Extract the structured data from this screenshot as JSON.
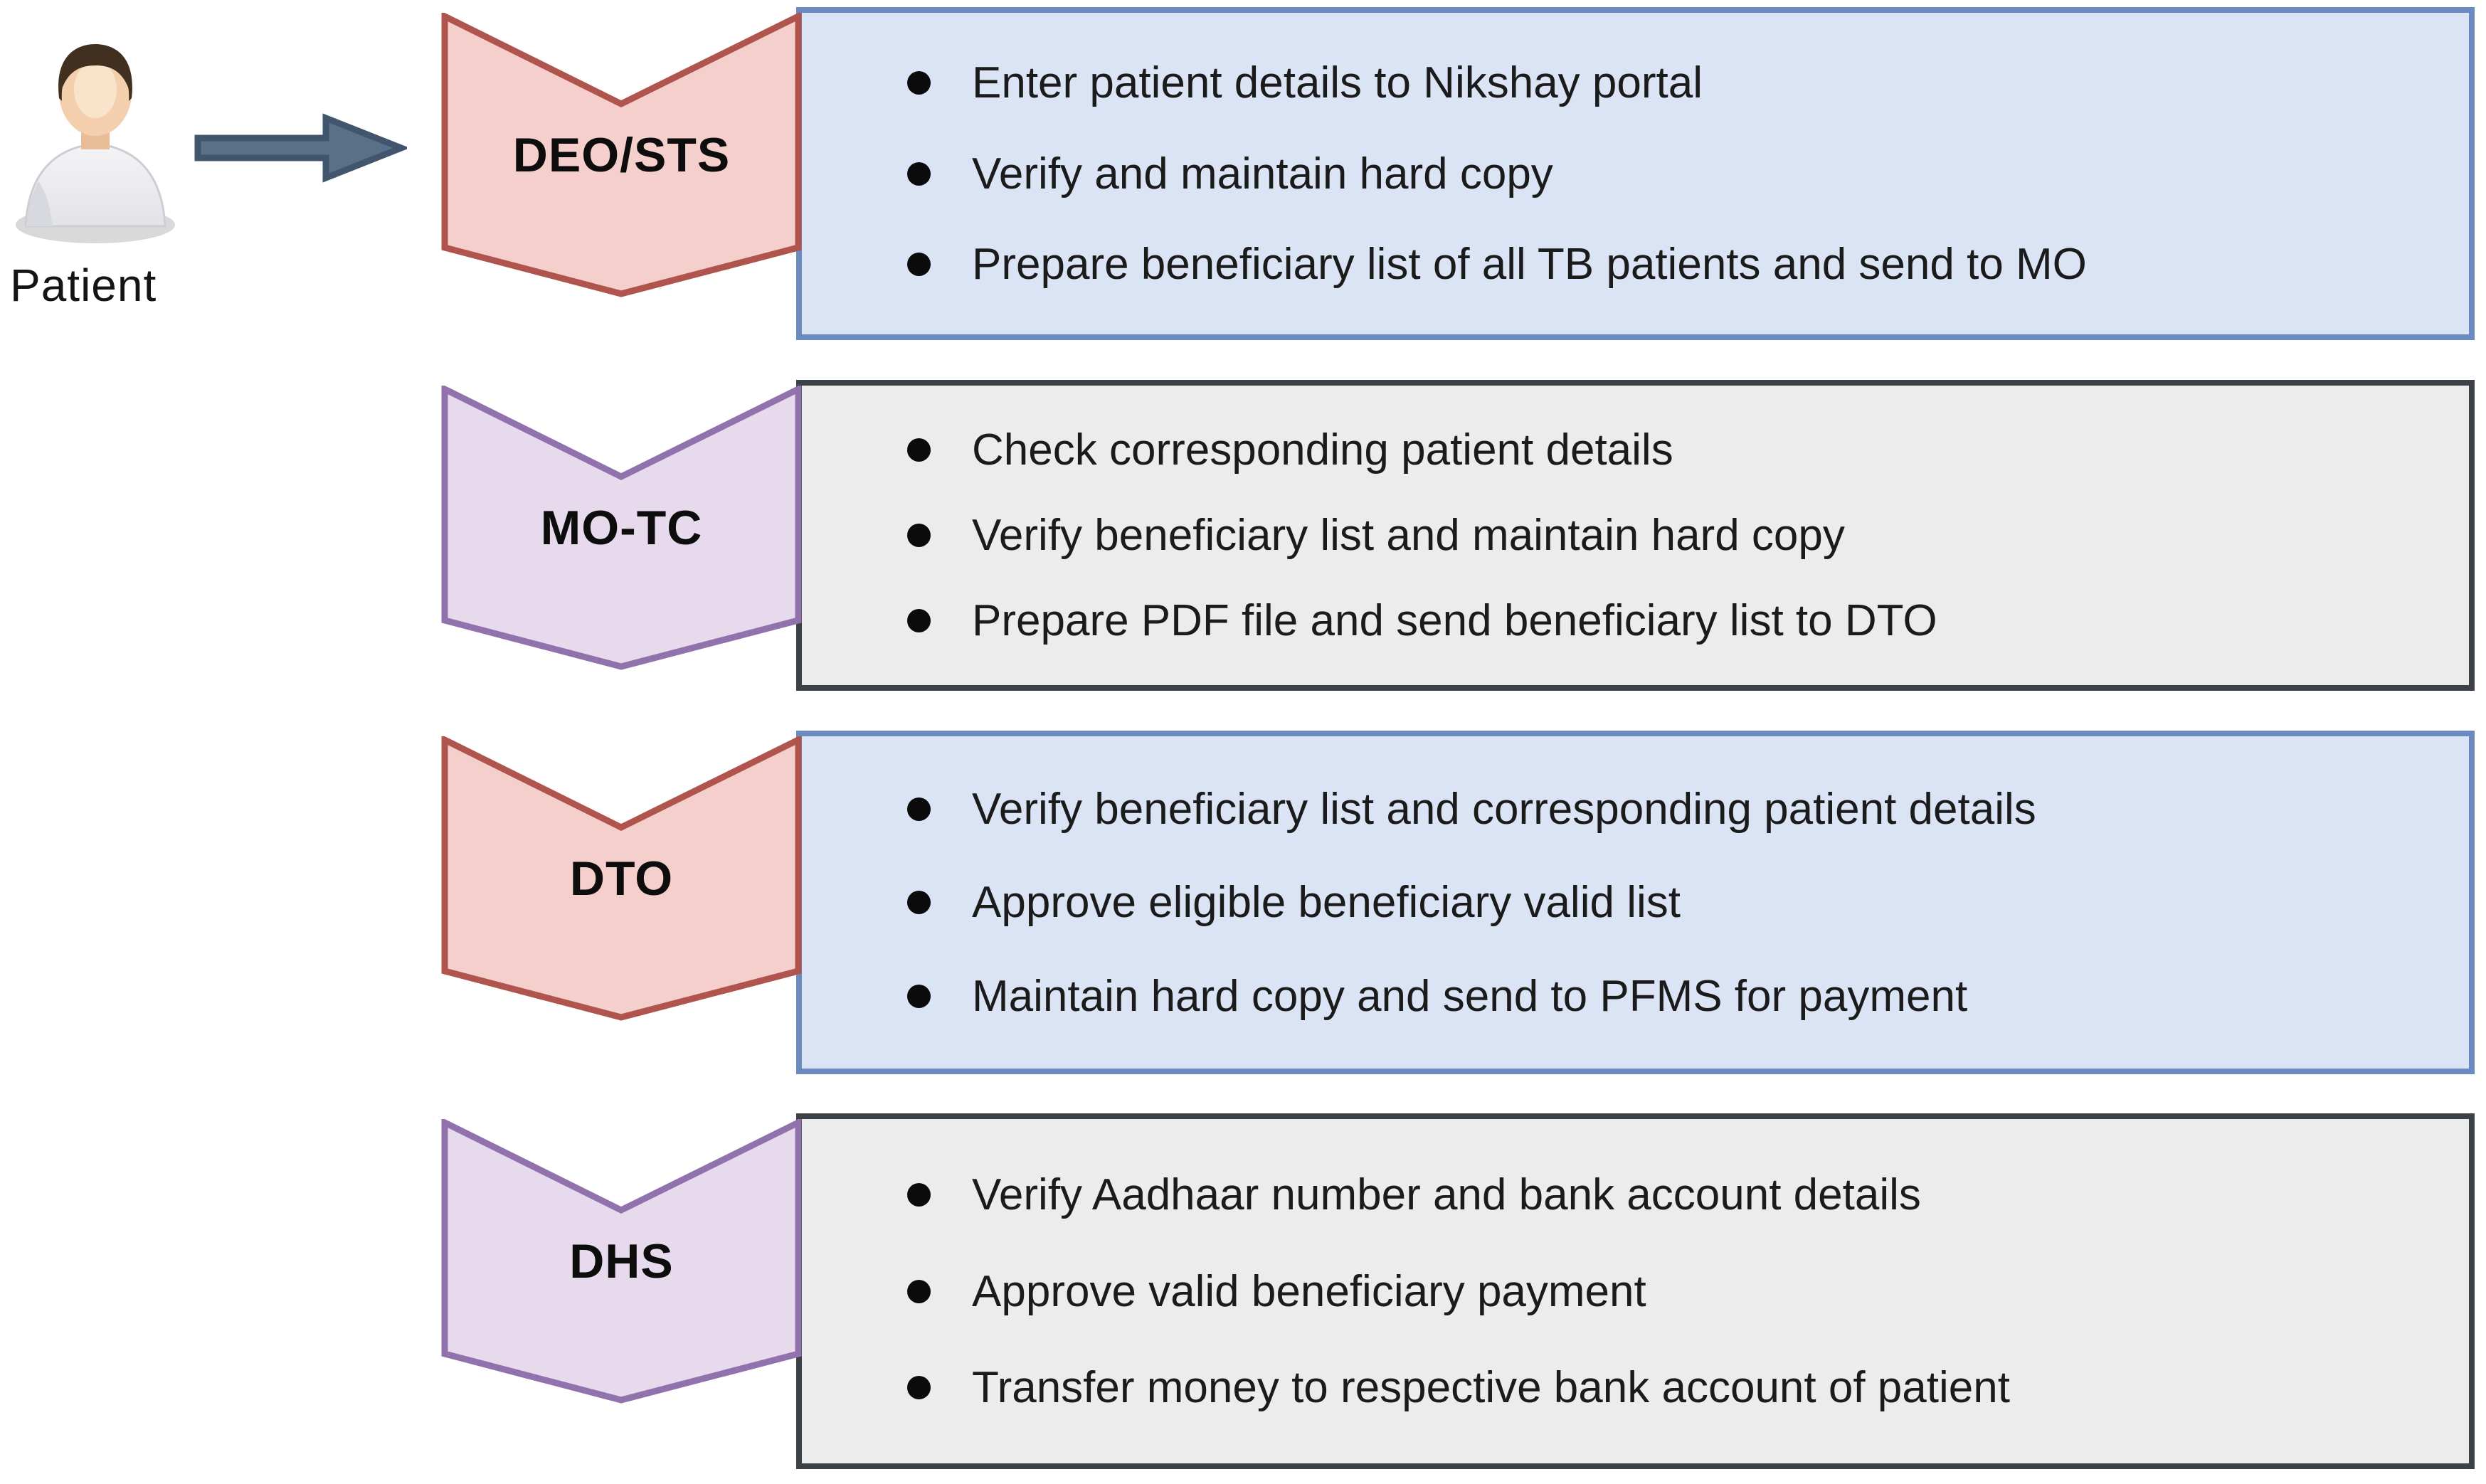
{
  "diagram": {
    "patient_label": "Patient",
    "arrow": {
      "fill": "#5a7086",
      "stroke": "#41566c"
    },
    "text_color": "#1b1b1b",
    "rows": [
      {
        "label": "DEO/STS",
        "chevron_fill": "#f5cfcb",
        "chevron_border": "#b0544e",
        "box_fill": "#dae4f5",
        "box_border": "#6b8abf",
        "bullets": [
          "Enter patient details to Nikshay portal",
          "Verify and maintain hard copy",
          "Prepare beneficiary list of all TB patients and send to MO"
        ]
      },
      {
        "label": "MO-TC",
        "chevron_fill": "#e6daec",
        "chevron_border": "#9172ad",
        "box_fill": "#ececec",
        "box_border": "#3b4147",
        "bullets": [
          "Check corresponding patient details",
          "Verify beneficiary list and maintain hard copy",
          "Prepare PDF file and send beneficiary list to DTO"
        ]
      },
      {
        "label": "DTO",
        "chevron_fill": "#f5cfcb",
        "chevron_border": "#b0544e",
        "box_fill": "#dae4f5",
        "box_border": "#6b8abf",
        "bullets": [
          "Verify beneficiary list and corresponding patient details",
          "Approve eligible beneficiary valid list",
          "Maintain hard copy and send to PFMS for payment"
        ]
      },
      {
        "label": "DHS",
        "chevron_fill": "#e6daec",
        "chevron_border": "#9172ad",
        "box_fill": "#ececec",
        "box_border": "#3b4147",
        "bullets": [
          "Verify Aadhaar number and bank account details",
          "Approve valid beneficiary payment",
          "Transfer money to respective bank account of patient"
        ]
      }
    ]
  }
}
